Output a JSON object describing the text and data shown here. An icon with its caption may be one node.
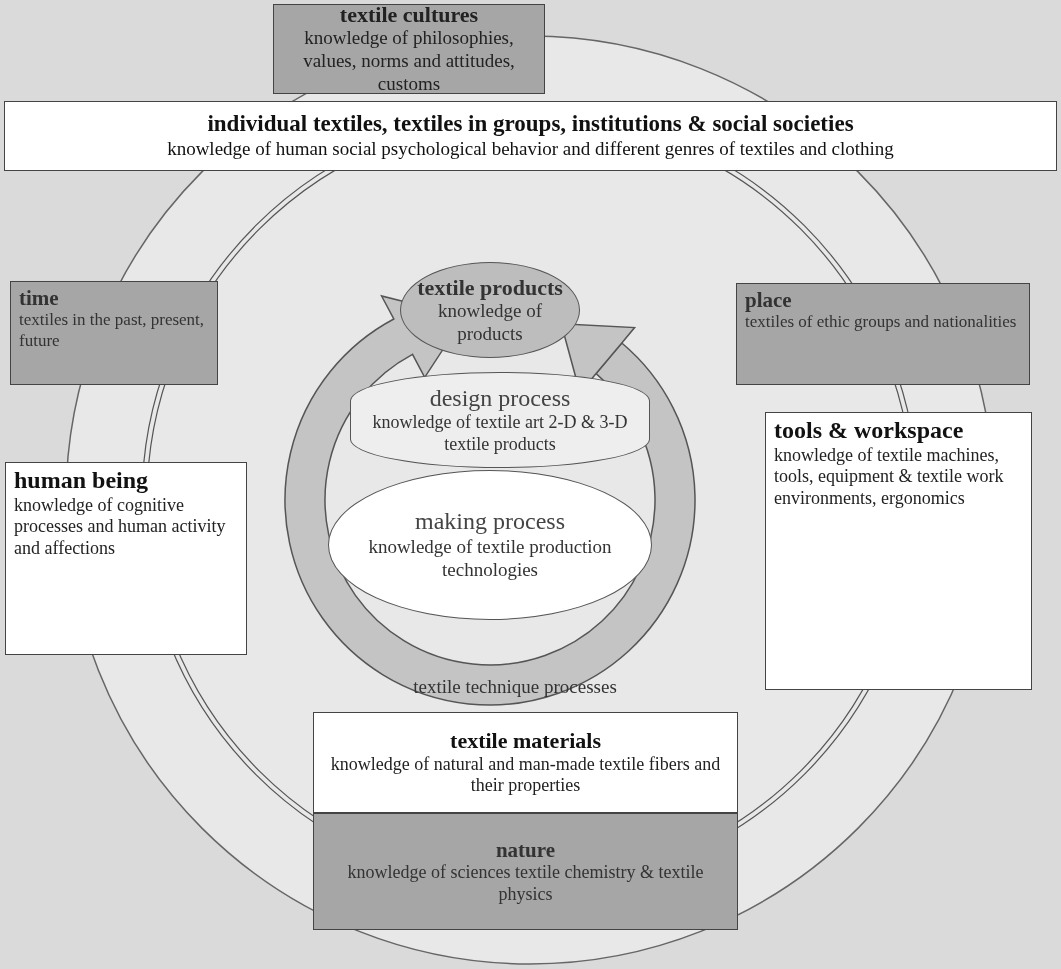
{
  "diagram": {
    "nodes": [
      {
        "text": [
          "textile cultures",
          "knowledge of philosophies, values, norms and attitudes, customs"
        ]
      },
      {
        "text": [
          "individual textiles, textiles in groups, institutions & social societies",
          "knowledge of human social psychological behavior and different genres of textiles and clothing"
        ]
      },
      {
        "text": [
          "time",
          "textiles in the past, present, future"
        ]
      },
      {
        "text": [
          "place",
          "textiles of ethic groups and nationalities"
        ]
      },
      {
        "text": [
          "human being",
          "knowledge of cognitive processes and human activity and affections"
        ]
      },
      {
        "text": [
          "tools & workspace",
          "knowledge of textile machines, tools, equipment & textile work environments, ergonomics"
        ]
      },
      {
        "text": [
          "textile products",
          "knowledge of products"
        ]
      },
      {
        "text": [
          "design process",
          "knowledge of textile art 2-D & 3-D textile products"
        ]
      },
      {
        "text": [
          "making process",
          "knowledge of textile production technologies"
        ]
      },
      {
        "text": [
          "textile materials",
          "knowledge of natural and man-made textile fibers and their properties"
        ]
      },
      {
        "text": [
          "nature",
          "knowledge of sciences textile chemistry & textile physics"
        ]
      }
    ],
    "labels": [
      "textile technique processes"
    ]
  }
}
